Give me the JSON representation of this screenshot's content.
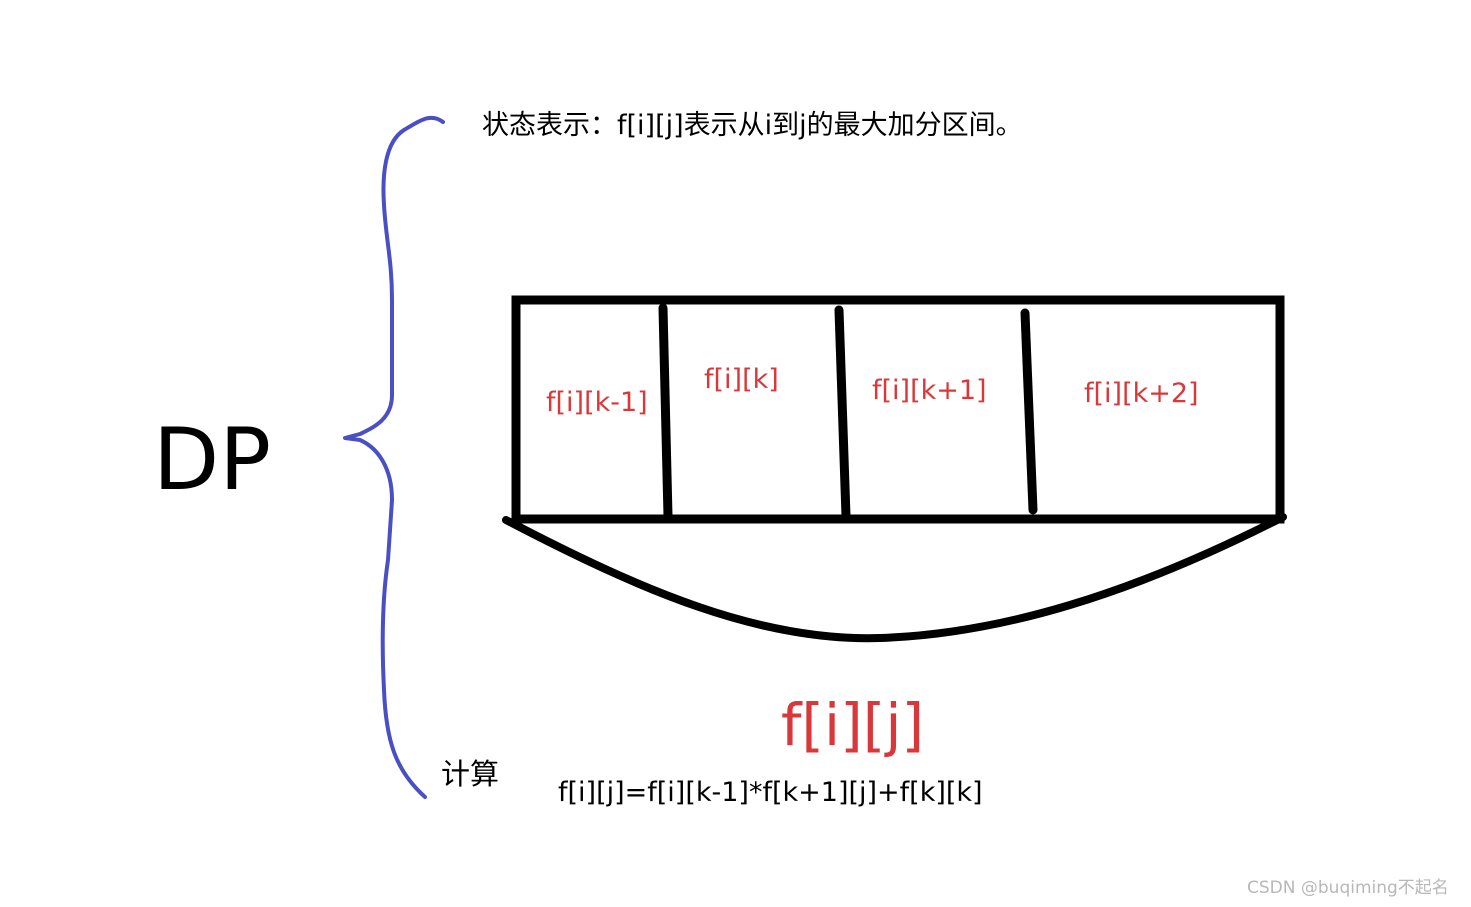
{
  "diagram": {
    "dp_label": "DP",
    "state_text": "状态表示：f[i][j]表示从i到j的最大加分区间。",
    "compute_label": "计算",
    "formula": "f[i][j]=f[i][k-1]*f[k+1][j]+f[k][k]",
    "result_label": "f[i][j]",
    "cells": [
      "f[i][k-1]",
      "f[i][k]",
      "f[i][k+1]",
      "f[i][k+2]"
    ],
    "watermark": "CSDN @buqiming不起名"
  },
  "colors": {
    "background": "#ffffff",
    "ink": "#000000",
    "cell_text": "#d9383a",
    "brace": "#4a4fc4",
    "watermark": "#b8b8b8"
  }
}
